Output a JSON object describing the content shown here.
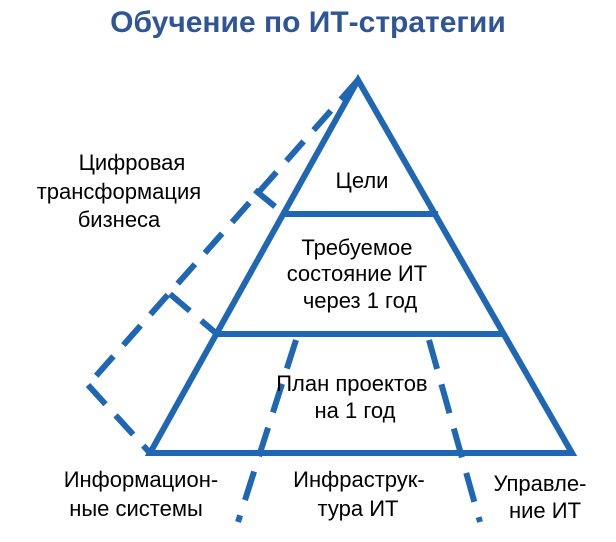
{
  "title": "Обучение по ИТ-стратегии",
  "colors": {
    "title": "#2f5597",
    "lines": "#1f66b3",
    "text": "#000000"
  },
  "digital": {
    "lines": [
      "Цифровая",
      "трансформация",
      "бизнеса"
    ]
  },
  "pyramid": {
    "top": {
      "lines": [
        "Цели"
      ]
    },
    "middle": {
      "lines": [
        "Требуемое",
        "состояние ИТ",
        "через 1 год"
      ]
    },
    "bottom": {
      "lines": [
        "План проектов",
        "на 1 год"
      ]
    }
  },
  "pillars": [
    {
      "lines": [
        "Информацион-",
        "ные системы"
      ]
    },
    {
      "lines": [
        "Инфраструк-",
        "тура ИТ"
      ]
    },
    {
      "lines": [
        "Управле-",
        "ние ИТ"
      ]
    }
  ]
}
